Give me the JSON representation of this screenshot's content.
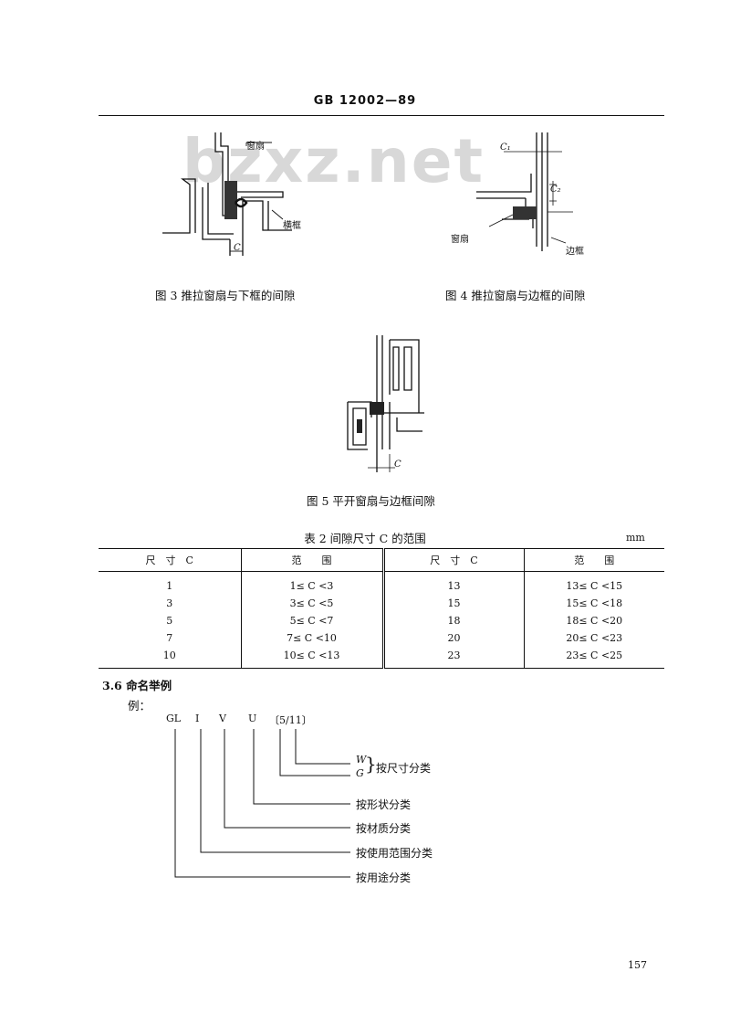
{
  "header": "GB 12002—89",
  "watermark": "bzxz.net",
  "fig3": {
    "label_sash": "窗扇",
    "label_frame": "横框",
    "label_c": "C",
    "caption": "图 3   推拉窗扇与下框的间隙"
  },
  "fig4": {
    "label_c1": "C₁",
    "label_c2": "C₂",
    "label_sash": "窗扇",
    "label_frame": "边框",
    "caption": "图 4   推拉窗扇与边框的间隙"
  },
  "fig5": {
    "label_c": "C",
    "caption": "图 5   平开窗扇与边框间隙"
  },
  "table": {
    "title": "表 2   间隙尺寸 C 的范围",
    "unit": "mm",
    "headers": [
      "尺　寸　C",
      "范　　围",
      "尺　寸　C",
      "范　　围"
    ],
    "rows": [
      [
        "1",
        "1≤ C <3",
        "13",
        "13≤ C <15"
      ],
      [
        "3",
        "3≤ C <5",
        "15",
        "15≤ C <18"
      ],
      [
        "5",
        "5≤ C <7",
        "18",
        "18≤ C <20"
      ],
      [
        "7",
        "7≤ C <10",
        "20",
        "20≤ C <23"
      ],
      [
        "10",
        "10≤ C <13",
        "23",
        "23≤ C <25"
      ]
    ]
  },
  "section": {
    "title": "3.6   命名举例",
    "example": "例："
  },
  "naming": {
    "code": [
      "GL",
      "I",
      "V",
      "U",
      "〔5/11〕"
    ],
    "w": "W",
    "g": "G",
    "classes": [
      "按尺寸分类",
      "按形状分类",
      "按材质分类",
      "按使用范围分类",
      "按用途分类"
    ]
  },
  "page_number": "157"
}
